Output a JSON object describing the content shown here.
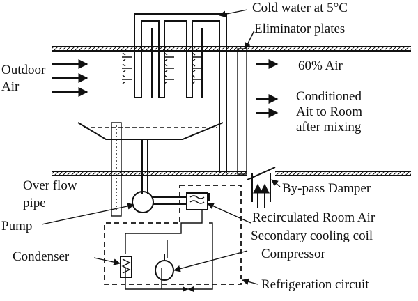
{
  "labels": {
    "cold_water": "Cold water at 5°C",
    "eliminator": "Eliminator plates",
    "outdoor_1": "Outdoor",
    "outdoor_2": "Air",
    "air_60": "60% Air",
    "cond_1": "Conditioned",
    "cond_2": "Ait to Room",
    "cond_3": "after mixing",
    "overflow_1": "Over flow",
    "overflow_2": "pipe",
    "bypass": "By-pass Damper",
    "pump": "Pump",
    "recirc": "Recirculated Room Air",
    "sec_coil": "Secondary cooling coil",
    "condenser": "Condenser",
    "compressor": "Compressor",
    "refrig": "Refrigeration circuit"
  }
}
